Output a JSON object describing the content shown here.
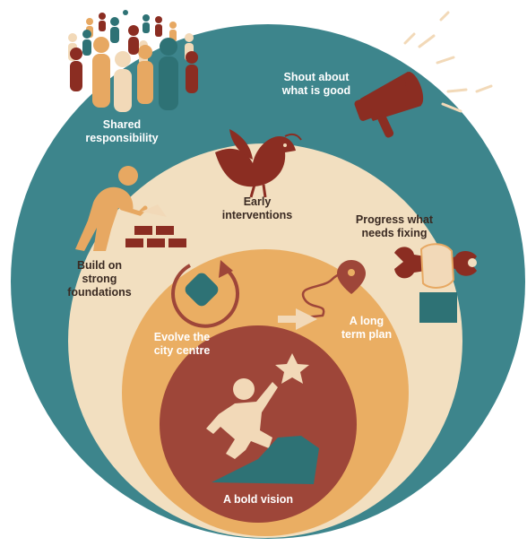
{
  "colors": {
    "outer_ring": "#3d858c",
    "second_ring": "#f2dfc0",
    "third_ring": "#eaae63",
    "core": "#9e4639",
    "icon_red": "#8b2d22",
    "icon_orange": "#e7a862",
    "icon_teal": "#2e7275",
    "icon_cream": "#f2d9b8"
  },
  "labels": {
    "shared_responsibility": [
      "Shared",
      "responsibility"
    ],
    "shout_about": [
      "Shout about",
      "what is good"
    ],
    "early_interventions": [
      "Early",
      "interventions"
    ],
    "build_foundations": [
      "Build on",
      "strong",
      "foundations"
    ],
    "progress_fixing": [
      "Progress what",
      "needs fixing"
    ],
    "evolve_city": [
      "Evolve the",
      "city centre"
    ],
    "long_term_plan": [
      "A long",
      "term plan"
    ],
    "bold_vision": [
      "A bold vision"
    ]
  },
  "icons": {
    "people": "crowd-icon",
    "megaphone": "megaphone-icon",
    "bird": "bird-icon",
    "builder": "builder-icon",
    "wrench": "wrench-hand-icon",
    "cycle": "cycle-icon",
    "path": "path-pin-icon",
    "climber": "climber-star-icon"
  }
}
